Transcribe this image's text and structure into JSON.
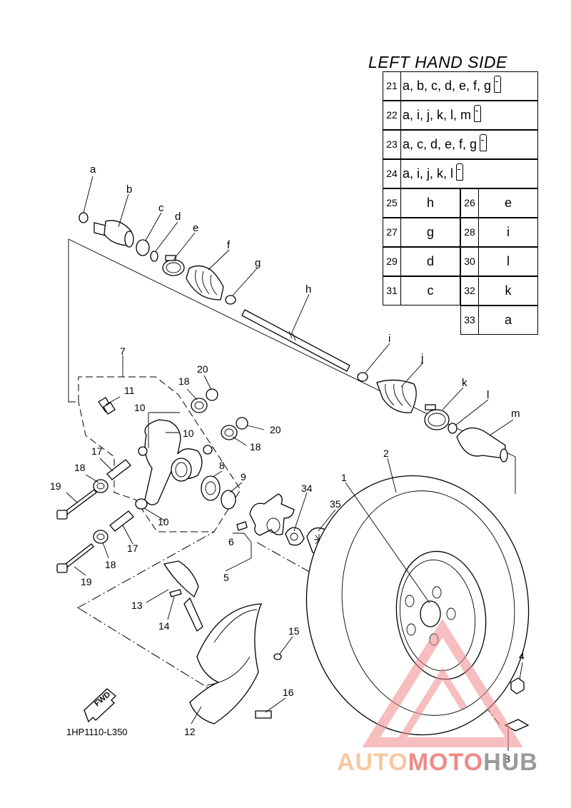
{
  "title": "LEFT HAND SIDE",
  "diagram_code": "1HP1110-L350",
  "fwd_label": "FWD",
  "watermark": {
    "part1": "AUTO",
    "part2": "MOTO",
    "part3": "HUB"
  },
  "colors": {
    "watermark_orange": "#f7c8a0",
    "watermark_red": "#f08a8a",
    "watermark_gray": "#9a9a9a"
  },
  "legend_wide": [
    {
      "num": "21",
      "value": "a, b, c, d, e, f, g",
      "tube": true
    },
    {
      "num": "22",
      "value": "a, i, j, k, l, m",
      "tube": true
    },
    {
      "num": "23",
      "value": "a, c, d, e, f, g",
      "tube": true
    },
    {
      "num": "24",
      "value": "a, i, j, k, l",
      "tube": true
    }
  ],
  "legend_pairs": [
    {
      "num": "25",
      "value": "h"
    },
    {
      "num": "26",
      "value": "e"
    },
    {
      "num": "27",
      "value": "g"
    },
    {
      "num": "28",
      "value": "i"
    },
    {
      "num": "29",
      "value": "d"
    },
    {
      "num": "30",
      "value": "l"
    },
    {
      "num": "31",
      "value": "c"
    },
    {
      "num": "32",
      "value": "k"
    },
    {
      "num": "33",
      "value": "a"
    }
  ],
  "callouts": {
    "a": "a",
    "b": "b",
    "c": "c",
    "d": "d",
    "e": "e",
    "f": "f",
    "g": "g",
    "h": "h",
    "i": "i",
    "j": "j",
    "k": "k",
    "l": "l",
    "m": "m",
    "n1": "1",
    "n2": "2",
    "n3": "3",
    "n4": "4",
    "n5": "5",
    "n6": "6",
    "n7": "7",
    "n8": "8",
    "n9": "9",
    "n10a": "10",
    "n10b": "10",
    "n10c": "10",
    "n11": "11",
    "n12": "12",
    "n13": "13",
    "n14": "14",
    "n15": "15",
    "n16": "16",
    "n17a": "17",
    "n17b": "17",
    "n18a": "18",
    "n18b": "18",
    "n18c": "18",
    "n18d": "18",
    "n19a": "19",
    "n19b": "19",
    "n20a": "20",
    "n20b": "20",
    "n34": "34",
    "n35": "35"
  }
}
